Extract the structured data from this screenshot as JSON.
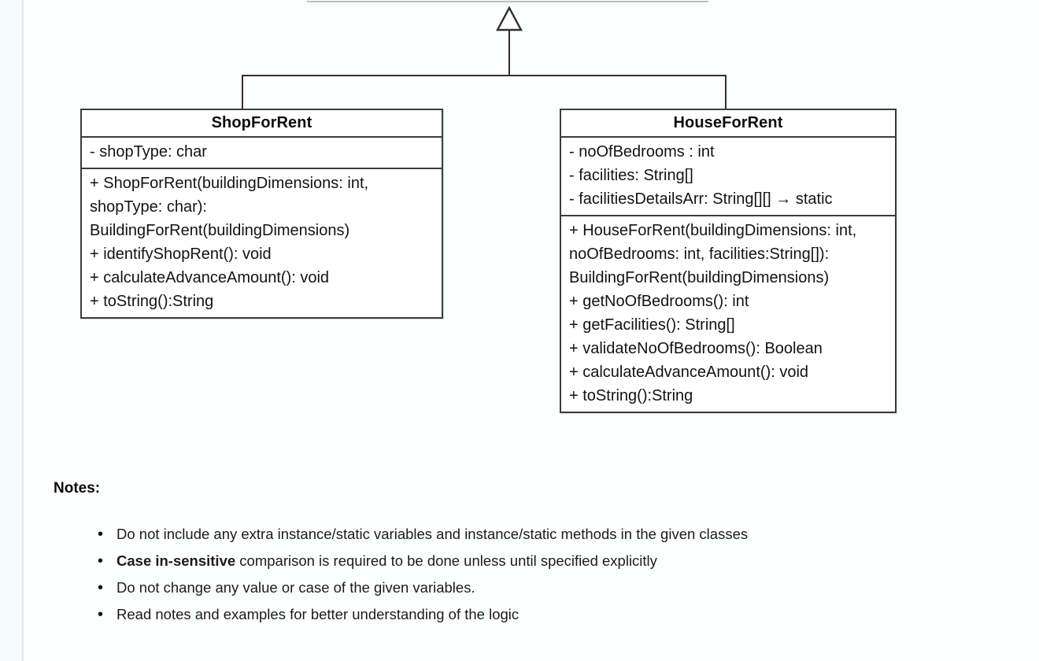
{
  "diagram": {
    "type": "uml-class-diagram",
    "relationship": "generalization",
    "parent_class_hint": "parent class box (cut off at top edge)",
    "classes": [
      {
        "id": "shopforrent",
        "name": "ShopForRent",
        "attributes": [
          "- shopType: char"
        ],
        "methods": [
          "+ ShopForRent(buildingDimensions: int, shopType: char): BuildingForRent(buildingDimensions)",
          "+ identifyShopRent(): void",
          "+ calculateAdvanceAmount(): void",
          "+ toString():String"
        ]
      },
      {
        "id": "houseforrent",
        "name": "HouseForRent",
        "attributes": [
          "- noOfBedrooms : int",
          "- facilities: String[]",
          "- facilitiesDetailsArr: String[][] → static"
        ],
        "methods": [
          "+ HouseForRent(buildingDimensions: int,  noOfBedrooms: int, facilities:String[]): BuildingForRent(buildingDimensions)",
          "+ getNoOfBedrooms(): int",
          "+ getFacilities(): String[]",
          "+ validateNoOfBedrooms(): Boolean",
          "+ calculateAdvanceAmount(): void",
          "+ toString():String"
        ]
      }
    ]
  },
  "notes": {
    "heading": "Notes:",
    "items": [
      {
        "bold_prefix": "",
        "text": "Do not include any extra instance/static variables and instance/static methods in the given classes"
      },
      {
        "bold_prefix": "Case in-sensitive",
        "text": " comparison is required to be done unless until specified explicitly"
      },
      {
        "bold_prefix": "",
        "text": "Do not change any value or case of the given variables."
      },
      {
        "bold_prefix": "",
        "text": "Read notes and examples for better understanding of the logic"
      }
    ]
  },
  "colors": {
    "page_background": "#fdffff",
    "gutter": "#f4fbfb",
    "box_border": "#3a3d40",
    "text": "#111316",
    "parent_edge": "#b9bfc4"
  }
}
